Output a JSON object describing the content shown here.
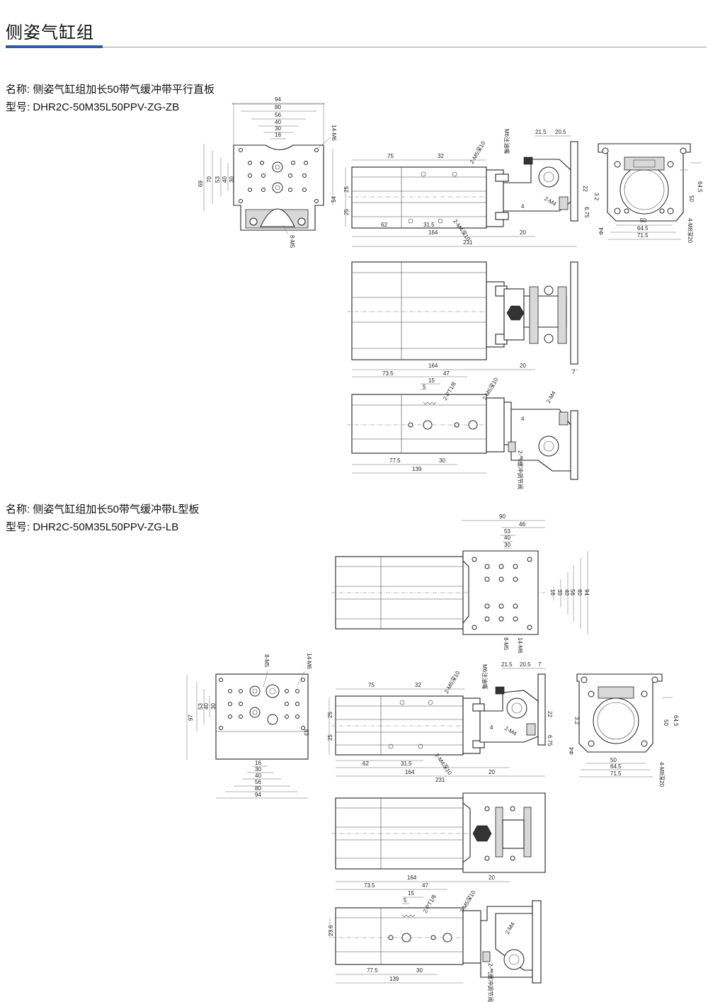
{
  "page": {
    "title": "侧姿气缸组"
  },
  "section1": {
    "name": "名称: 侧姿气缸组加长50带气缓冲带平行直板",
    "model": "型号: DHR2C-50M35L50PPV-ZG-ZB",
    "dims": {
      "front_width": [
        "94",
        "80",
        "56",
        "40",
        "30",
        "16"
      ],
      "front_height": [
        "30",
        "40",
        "53",
        "70",
        "69"
      ],
      "front_misc": [
        "54",
        "14-M6",
        "8-M5"
      ],
      "side_top": [
        "75",
        "32",
        "2-M5深10",
        "M6注油嘴",
        "21.5",
        "20.5"
      ],
      "side_left": [
        "25",
        "25"
      ],
      "side_right": [
        "22",
        "3.2",
        "4",
        "2-M4",
        "6.75"
      ],
      "side_bottom": [
        "62",
        "31.5",
        "2-M4深10",
        "164",
        "20",
        "231"
      ],
      "end": [
        "64.5",
        "50",
        "Φ4",
        "50",
        "64.5",
        "71.5",
        "4-M8深20"
      ],
      "top_view": [
        "7"
      ],
      "bottom_view": [
        "164",
        "20",
        "73.5",
        "47",
        "15",
        "5",
        "2-PT1/8",
        "7-M5深10",
        "2-M4",
        "4",
        "2-气缓冲调节阀",
        "77.5",
        "30",
        "139"
      ]
    }
  },
  "section2": {
    "name": "名称: 侧姿气缸组加长50带气缓冲带L型板",
    "model": "型号: DHR2C-50M35L50PPV-ZG-LB",
    "dims": {
      "plate_top": [
        "90",
        "46",
        "53",
        "40",
        "30"
      ],
      "plate_right": [
        "16",
        "30",
        "40",
        "56",
        "80",
        "94"
      ],
      "plate_misc": [
        "8-M5",
        "14-M6"
      ],
      "front_left": [
        "30",
        "40",
        "53",
        "97"
      ],
      "front_misc": [
        "8-M5",
        "14-M6",
        "63"
      ],
      "front_bottom": [
        "16",
        "30",
        "40",
        "56",
        "80",
        "94"
      ],
      "side_top": [
        "75",
        "32",
        "2-M5深10",
        "M6注油嘴",
        "21.5",
        "20.5",
        "7"
      ],
      "side_left": [
        "25",
        "25"
      ],
      "side_right": [
        "22",
        "4",
        "2-M4",
        "6.75"
      ],
      "side_bottom": [
        "62",
        "31.5",
        "2-M4深10",
        "164",
        "20",
        "231"
      ],
      "end": [
        "3.2",
        "Φ4",
        "64.5",
        "50",
        "50",
        "64.5",
        "71.5",
        "4-M8深20"
      ],
      "bottom_view": [
        "164",
        "20",
        "73.5",
        "47",
        "15",
        "5",
        "2-PT1/8",
        "7-M5深10",
        "2-M4",
        "23.6",
        "2-气缓冲调节阀",
        "77.5",
        "30",
        "139"
      ]
    }
  }
}
